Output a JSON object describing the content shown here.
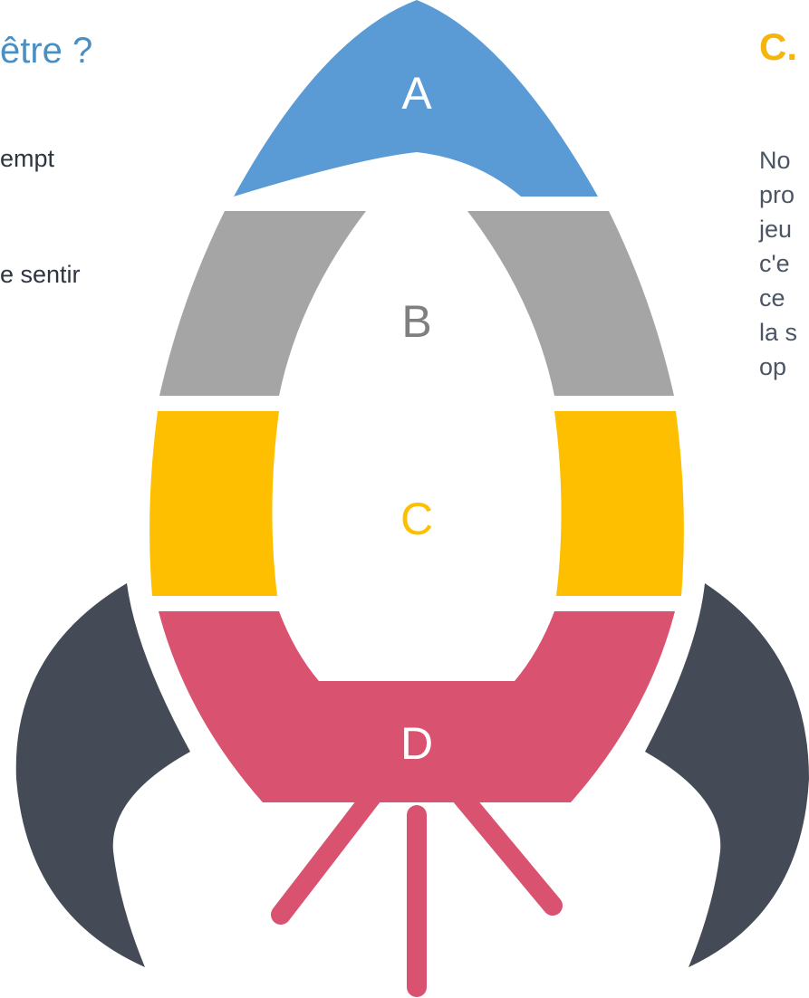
{
  "left_text": {
    "title": "être ?",
    "line1": "empt",
    "line2": "e sentir"
  },
  "right_text": {
    "title": "C.",
    "lines": [
      "No",
      "pro",
      "jeu",
      "c'e",
      "ce",
      "la s",
      "op"
    ]
  },
  "rocket": {
    "segments": [
      {
        "letter": "A",
        "color": "#5b9bd5",
        "letter_color": "#ffffff"
      },
      {
        "letter": "B",
        "color": "#a5a5a5",
        "letter_color": "#7f7f7f"
      },
      {
        "letter": "C",
        "color": "#fdbf00",
        "letter_color": "#fdbf00"
      },
      {
        "letter": "D",
        "color": "#d9526f",
        "letter_color": "#ffffff"
      }
    ],
    "fin_color": "#444b56",
    "exhaust_color": "#d9526f"
  }
}
